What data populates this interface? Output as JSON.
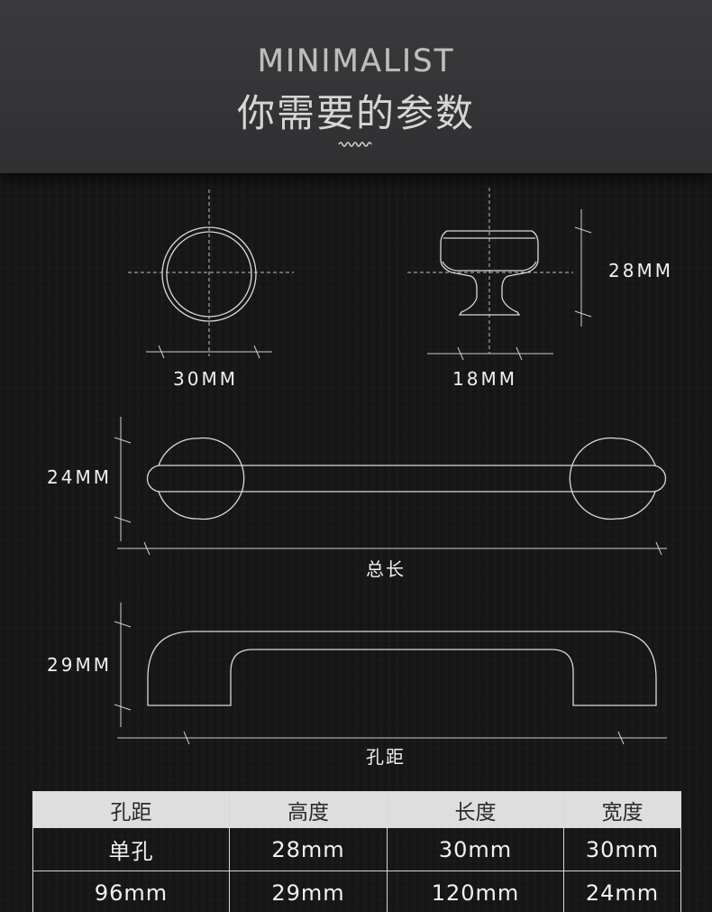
{
  "header": {
    "title_en": "MINIMALIST",
    "title_cn": "你需要的参数"
  },
  "dimensions": {
    "knob_diameter": "30MM",
    "knob_height": "28MM",
    "knob_base": "18MM",
    "bar_width": "24MM",
    "bar_total_label": "总长",
    "handle_height": "29MM",
    "handle_hole_label": "孔距"
  },
  "spec_table": {
    "headers": [
      "孔距",
      "高度",
      "长度",
      "宽度"
    ],
    "rows": [
      [
        "单孔",
        "28mm",
        "30mm",
        "30mm"
      ],
      [
        "96mm",
        "29mm",
        "120mm",
        "24mm"
      ]
    ]
  },
  "colors": {
    "header_bg": "#38383a",
    "page_bg": "#161515",
    "line": "#d9d9d9",
    "table_header_bg": "#dedede"
  }
}
